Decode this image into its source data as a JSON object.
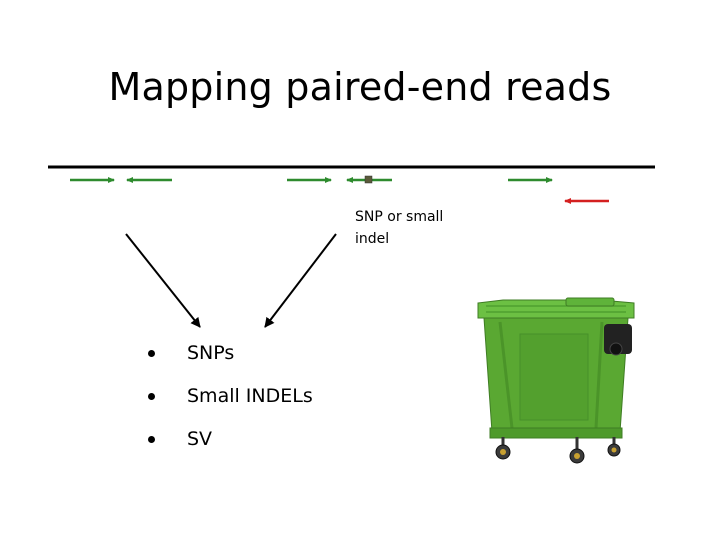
{
  "slide": {
    "title": "Mapping paired-end reads"
  },
  "annotation": {
    "snp_label": "SNP or small indel"
  },
  "bullets": [
    "SNPs",
    "Small INDELs",
    "SV"
  ],
  "colors": {
    "reference_line": "#000000",
    "read_arrows": "#2e8b2e",
    "discordant_read": "#d42020",
    "snp_marker": "#5a5a3a",
    "bin_green": "#5aa832"
  },
  "icons": {
    "bin": "green-wheelie-bin-icon"
  }
}
